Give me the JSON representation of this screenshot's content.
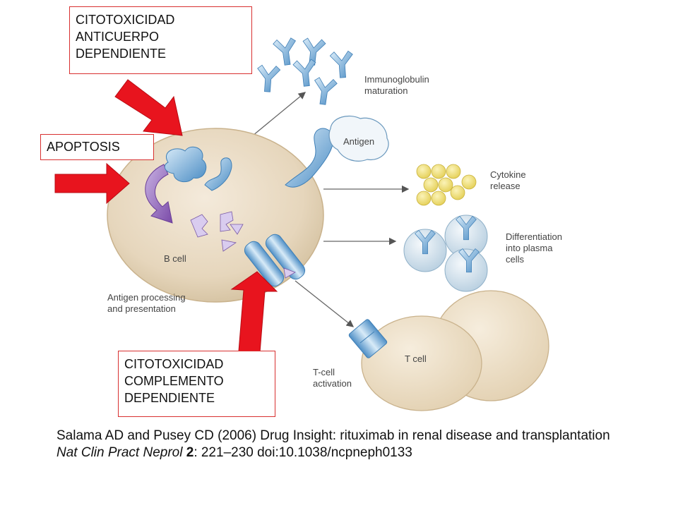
{
  "callouts": {
    "adcc": [
      "CITOTOXICIDAD",
      "ANTICUERPO",
      "DEPENDIENTE"
    ],
    "apoptosis": "APOPTOSIS",
    "cdc": [
      "CITOTOXICIDAD",
      "COMPLEMENTO",
      "DEPENDIENTE"
    ]
  },
  "diagram_labels": {
    "immunoglobulin_1": "Immunoglobulin",
    "immunoglobulin_2": "maturation",
    "antigen": "Antigen",
    "cytokine_1": "Cytokine",
    "cytokine_2": "release",
    "differentiation_1": "Differentiation",
    "differentiation_2": "into plasma",
    "differentiation_3": "cells",
    "b_cell": "B cell",
    "antigen_processing_1": "Antigen processing",
    "antigen_processing_2": "and presentation",
    "t_cell": "T cell",
    "t_cell_activation_1": "T-cell",
    "t_cell_activation_2": "activation"
  },
  "citation": {
    "line1": "Salama AD and Pusey CD (2006) Drug Insight: rituximab in renal disease and transplantation",
    "journal": "Nat Clin Pract Neprol",
    "volume": "2",
    "pages_doi": ": 221–230 doi:10.1038/ncpneph0133"
  },
  "colors": {
    "arrow_red": "#e8141e",
    "cell_body": "#e6d6bc",
    "antibody_blue": "#6aa8d4",
    "cytokine_yellow": "#f2e27a",
    "apoptosis_purple": "#8a5cb8",
    "callout_border": "#d83030"
  }
}
